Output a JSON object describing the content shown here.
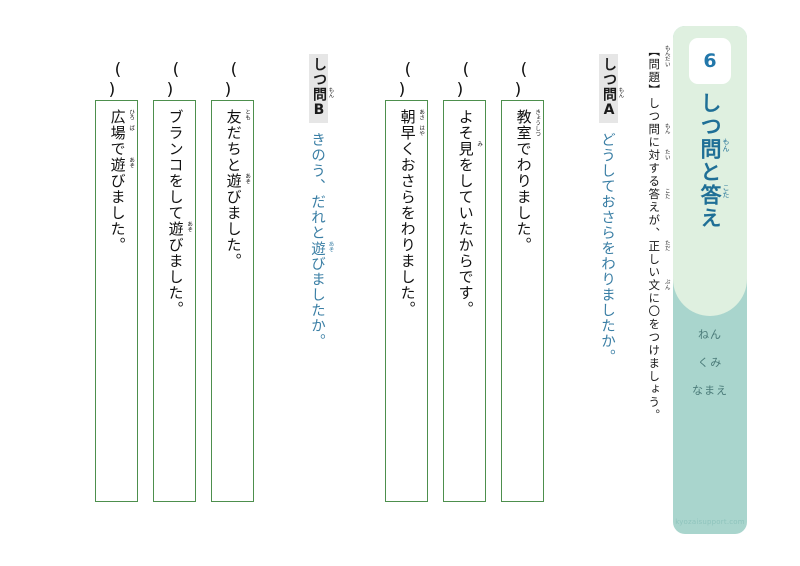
{
  "worksheet": {
    "page_number": "6",
    "panel_title_main": "しつ問と答え",
    "panel_title_parts": [
      {
        "text": "しつ",
        "ruby": ""
      },
      {
        "text": "問",
        "ruby": "もん"
      },
      {
        "text": "と",
        "ruby": ""
      },
      {
        "text": "答",
        "ruby": "こた"
      },
      {
        "text": "え",
        "ruby": ""
      }
    ],
    "name_fields": [
      "ねん",
      "くみ",
      "なまえ"
    ],
    "site_credit": "kyozaisupport.com"
  },
  "instruction": {
    "full_text": "【問題】しつ問に対する答えが、正しい文に〇をつけましょう。",
    "parts": [
      {
        "text": "【問題】",
        "ruby": "もんだい"
      },
      {
        "text": "しつ",
        "ruby": ""
      },
      {
        "text": "問",
        "ruby": "もん"
      },
      {
        "text": "に",
        "ruby": ""
      },
      {
        "text": "対",
        "ruby": "たい"
      },
      {
        "text": "する",
        "ruby": ""
      },
      {
        "text": "答",
        "ruby": "こた"
      },
      {
        "text": "えが、",
        "ruby": ""
      },
      {
        "text": "正",
        "ruby": "ただ"
      },
      {
        "text": "しい",
        "ruby": ""
      },
      {
        "text": "文",
        "ruby": "ぶん"
      },
      {
        "text": "に〇をつけましょう。",
        "ruby": ""
      }
    ]
  },
  "questions": [
    {
      "id": "A",
      "label_prefix": "しつ",
      "label_kanji": "問",
      "label_ruby": "もん",
      "label_letter": "A",
      "prompt_text": "どうしておさらをわりましたか。",
      "prompt_parts": [
        {
          "text": "どうしておさらをわりましたか。",
          "ruby": ""
        }
      ],
      "choices": [
        {
          "marker": "( )",
          "text": "教室でわりました。",
          "parts": [
            {
              "text": "教室",
              "ruby": "きょうしつ"
            },
            {
              "text": "でわりました。",
              "ruby": ""
            }
          ]
        },
        {
          "marker": "( )",
          "text": "よそ見をしていたからです。",
          "parts": [
            {
              "text": "よそ",
              "ruby": ""
            },
            {
              "text": "見",
              "ruby": "み"
            },
            {
              "text": "をしていたからです。",
              "ruby": ""
            }
          ]
        },
        {
          "marker": "( )",
          "text": "朝早くおさらをわりました。",
          "parts": [
            {
              "text": "朝",
              "ruby": "あさ"
            },
            {
              "text": "早",
              "ruby": "はや"
            },
            {
              "text": "くおさらをわりました。",
              "ruby": ""
            }
          ]
        }
      ]
    },
    {
      "id": "B",
      "label_prefix": "しつ",
      "label_kanji": "問",
      "label_ruby": "もん",
      "label_letter": "B",
      "prompt_text": "きのう、だれと遊びましたか。",
      "prompt_parts": [
        {
          "text": "きのう、だれと",
          "ruby": ""
        },
        {
          "text": "遊",
          "ruby": "あそ"
        },
        {
          "text": "びましたか。",
          "ruby": ""
        }
      ],
      "choices": [
        {
          "marker": "( )",
          "text": "友だちと遊びました。",
          "parts": [
            {
              "text": "友",
              "ruby": "とも"
            },
            {
              "text": "だちと",
              "ruby": ""
            },
            {
              "text": "遊",
              "ruby": "あそ"
            },
            {
              "text": "びました。",
              "ruby": ""
            }
          ]
        },
        {
          "marker": "( )",
          "text": "ブランコをして遊びました。",
          "parts": [
            {
              "text": "ブランコをして",
              "ruby": ""
            },
            {
              "text": "遊",
              "ruby": "あそ"
            },
            {
              "text": "びました。",
              "ruby": ""
            }
          ]
        },
        {
          "marker": "( )",
          "text": "広場で遊びました。",
          "parts": [
            {
              "text": "広",
              "ruby": "ひろ"
            },
            {
              "text": "場",
              "ruby": "ば"
            },
            {
              "text": "で",
              "ruby": ""
            },
            {
              "text": "遊",
              "ruby": "あそ"
            },
            {
              "text": "びました。",
              "ruby": ""
            }
          ]
        }
      ]
    }
  ],
  "colors": {
    "panel_light": "#dff0e0",
    "panel_dark": "#a9d5cd",
    "title_blue": "#1f6f96",
    "question_blue": "#3b7fa5",
    "box_green": "#4d8f4d",
    "label_gray": "#e6e6e6"
  }
}
